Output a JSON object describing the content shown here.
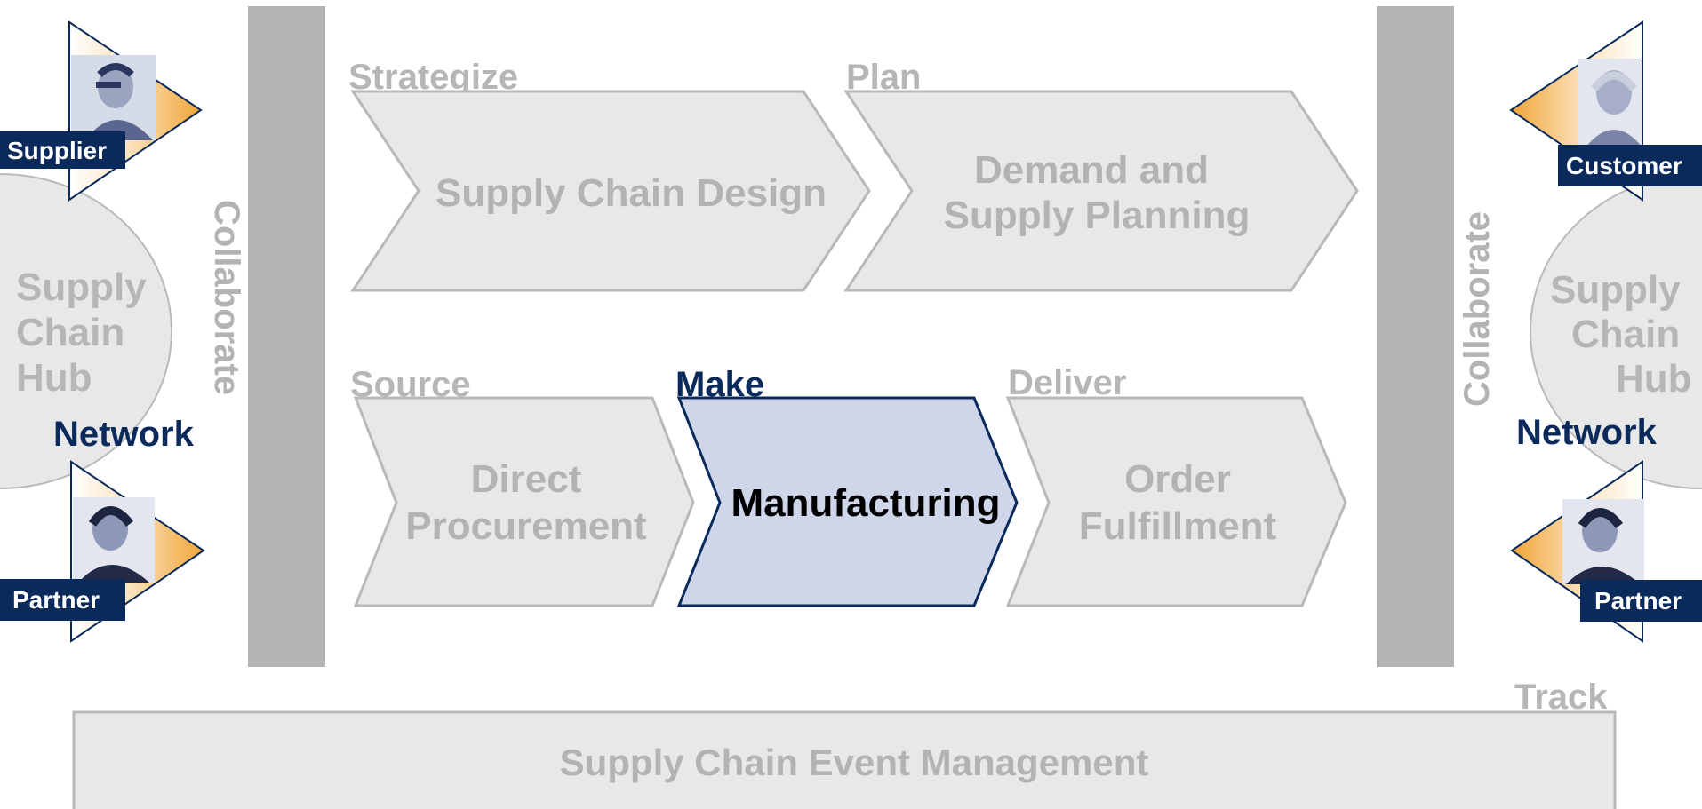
{
  "phases": {
    "strategize": "Strategize",
    "plan": "Plan",
    "source": "Source",
    "make": "Make",
    "deliver": "Deliver",
    "track": "Track"
  },
  "processes": {
    "supply_chain_design": "Supply Chain Design",
    "demand_supply_line1": "Demand and",
    "demand_supply_line2": "Supply Planning",
    "direct_procurement_line1": "Direct",
    "direct_procurement_line2": "Procurement",
    "manufacturing": "Manufacturing",
    "order_fulfillment_line1": "Order",
    "order_fulfillment_line2": "Fulfillment",
    "event_management": "Supply Chain Event Management"
  },
  "collaborate": "Collaborate",
  "hub": {
    "line1": "Supply",
    "line2": "Chain",
    "line3": "Hub",
    "network": "Network"
  },
  "roles": {
    "supplier": "Supplier",
    "partner": "Partner",
    "customer": "Customer"
  },
  "colors": {
    "shape_fill": "#e8e8e8",
    "shape_stroke": "#b9b9b9",
    "active_fill": "#d0d6e9",
    "active_stroke": "#0a2a5c",
    "bar": "#b3b3b3",
    "badge": "#0a2a5c",
    "triangle_orange": "#f0a538"
  }
}
